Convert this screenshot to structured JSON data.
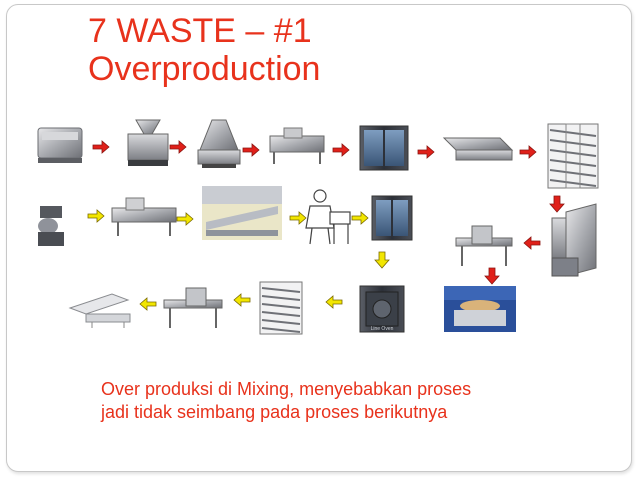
{
  "slide": {
    "title_line1": "7 WASTE – #1",
    "title_line2": "Overproduction",
    "caption_line1": "Over produksi di Mixing, menyebabkan proses",
    "caption_line2": "jadi tidak seimbang pada proses berikutnya",
    "photo_label": "Line Oven"
  },
  "colors": {
    "title": "#e8321c",
    "arrow_red": "#e0201a",
    "arrow_yellow": "#f2e600",
    "arrow_outline": "#7a6a00"
  },
  "icons": [
    "mixer-machine-icon",
    "dough-divider-icon",
    "rounder-machine-icon",
    "moulder-machine-icon",
    "proofer-cabinet-icon",
    "conveyor-icon",
    "spiral-cooler-icon",
    "spiral-mixer-icon",
    "bun-line-icon",
    "production-line-icon",
    "baker-worker-icon",
    "rack-oven-icon",
    "slicer-machine-icon",
    "metal-detector-icon",
    "packing-table-icon",
    "spiral-tower-icon",
    "wrapping-machine-icon"
  ]
}
